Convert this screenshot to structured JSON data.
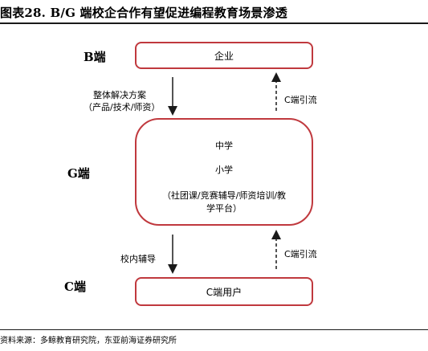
{
  "title": "图表28. B/G 端校企合作有望促进编程教育场景渗透",
  "labels": {
    "b": "B端",
    "g": "G端",
    "c": "C端"
  },
  "boxes": {
    "top": "企业",
    "center": {
      "line1": "中学",
      "line2": "小学",
      "line3": "（社团课/竞赛辅导/师资培训/教",
      "line4": "学平台）"
    },
    "bottom": "C端用户"
  },
  "arrows": {
    "down1_line1": "整体解决方案",
    "down1_line2": "（产品/技术/师资）",
    "up1": "C端引流",
    "down2": "校内辅导",
    "up2": "C端引流"
  },
  "footer": "资料来源：多鲸教育研究院，东亚前海证券研究所",
  "colors": {
    "box_border": "#c0393e",
    "arrow": "#1a1a1a"
  }
}
